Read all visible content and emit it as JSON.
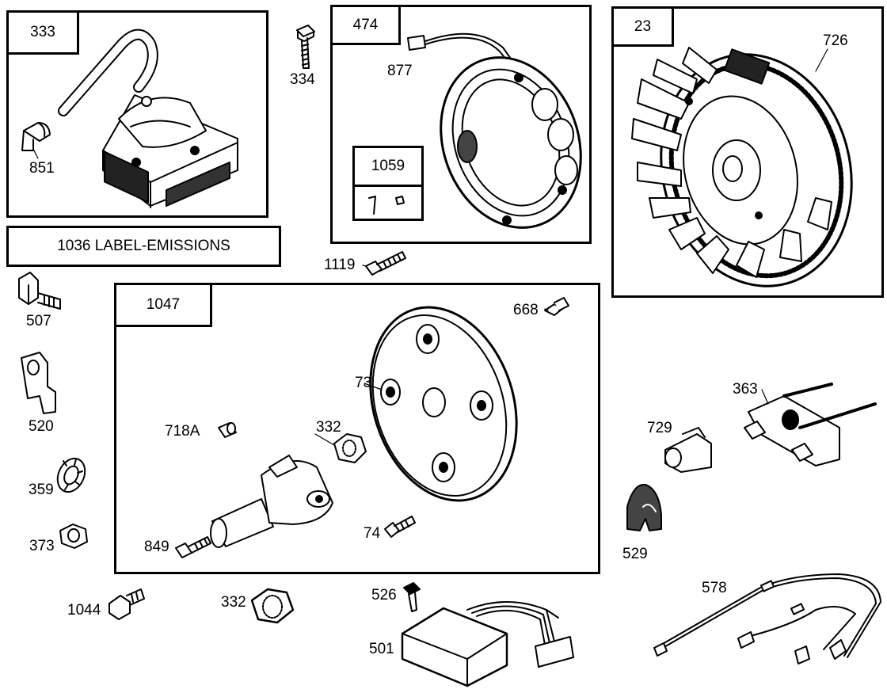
{
  "kits": {
    "k333": "333",
    "k474": "474",
    "k23": "23",
    "k1059": "1059",
    "k1047": "1047"
  },
  "emissions_label": "1036 LABEL-EMISSIONS",
  "parts": {
    "p851": "851",
    "p334": "334",
    "p877": "877",
    "p726": "726",
    "p1119": "1119",
    "p507": "507",
    "p520": "520",
    "p359": "359",
    "p373": "373",
    "p1044": "1044",
    "p332a": "332",
    "p332b": "332",
    "p668": "668",
    "p73": "73",
    "p718A": "718A",
    "p849": "849",
    "p74": "74",
    "p363": "363",
    "p729": "729",
    "p529": "529",
    "p526": "526",
    "p501": "501",
    "p578": "578"
  }
}
